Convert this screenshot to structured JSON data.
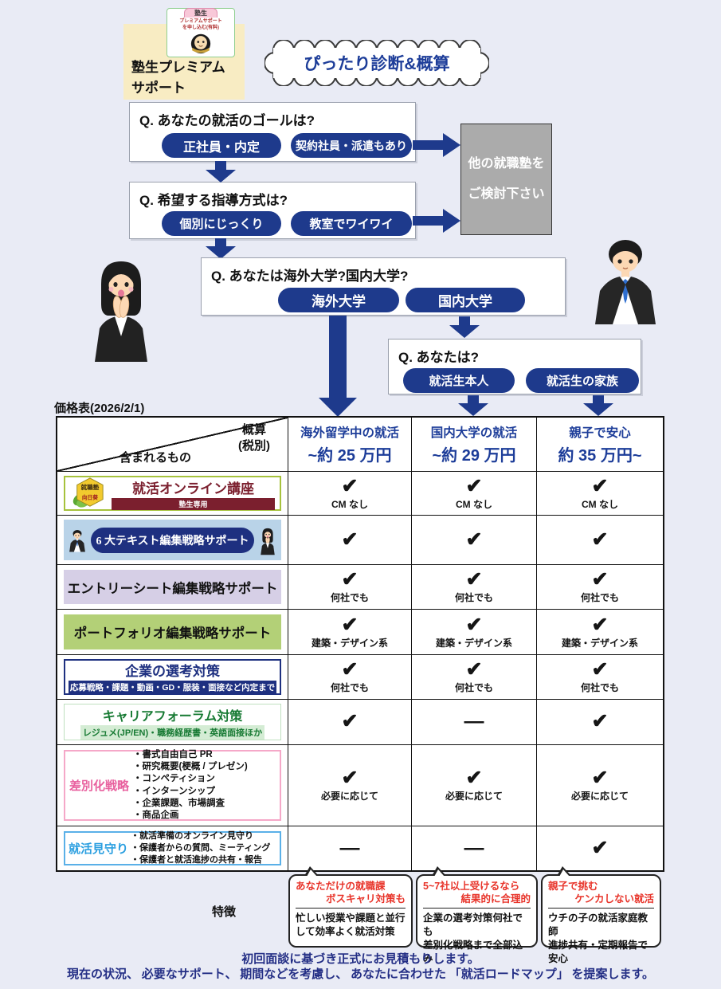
{
  "colors": {
    "navy": "#1e3a8c",
    "head-blue": "#1d3d99",
    "maroon": "#7b1f2e",
    "green-title": "#177a33",
    "pink": "#e8609e",
    "lb-label": "#2b9fe0",
    "red": "#e8342a",
    "bg": "#e9ebf5"
  },
  "logo": {
    "title": "塾生プレミアム\nサポート",
    "card_tab": "塾生",
    "card_caption": "プレミアムサポート\nを申し込む(有料)"
  },
  "bubble": {
    "title": "ぴったり診断&概算"
  },
  "flow": {
    "q1": {
      "question": "Q. あなたの就活のゴールは?",
      "options": [
        "正社員・内定",
        "契約社員・派遣もあり"
      ]
    },
    "q2": {
      "question": "Q. 希望する指導方式は?",
      "options": [
        "個別にじっくり",
        "教室でワイワイ"
      ]
    },
    "q3": {
      "question": "Q. あなたは海外大学?国内大学?",
      "options": [
        "海外大学",
        "国内大学"
      ]
    },
    "q4": {
      "question": "Q. あなたは?",
      "options": [
        "就活生本人",
        "就活生の家族"
      ]
    },
    "reject_box": "他の就職塾を\nご検討下さい"
  },
  "table": {
    "caption": "価格表(2026/2/1)",
    "header": {
      "estimate": "概算\n(税別)",
      "included": "含まれるもの"
    },
    "columns": [
      {
        "title": "海外留学中の就活",
        "price": "~約 25 万円"
      },
      {
        "title": "国内大学の就活",
        "price": "~約 29 万円"
      },
      {
        "title": "親子で安心",
        "price": "約 35 万円~"
      }
    ],
    "rows": [
      {
        "logo_badge": "就職塾",
        "logo_name": "向日葵",
        "title": "就活オンライン講座",
        "banner": "塾生専用",
        "cells": [
          {
            "mark": "✔",
            "note": "CM なし"
          },
          {
            "mark": "✔",
            "note": "CM なし"
          },
          {
            "mark": "✔",
            "note": "CM なし"
          }
        ]
      },
      {
        "title": "6 大テキスト編集戦略サポート",
        "cells": [
          {
            "mark": "✔",
            "note": ""
          },
          {
            "mark": "✔",
            "note": ""
          },
          {
            "mark": "✔",
            "note": ""
          }
        ]
      },
      {
        "title": "エントリーシート編集戦略サポート",
        "cells": [
          {
            "mark": "✔",
            "note": "何社でも"
          },
          {
            "mark": "✔",
            "note": "何社でも"
          },
          {
            "mark": "✔",
            "note": "何社でも"
          }
        ]
      },
      {
        "title": "ポートフォリオ編集戦略サポート",
        "cells": [
          {
            "mark": "✔",
            "note": "建築・デザイン系"
          },
          {
            "mark": "✔",
            "note": "建築・デザイン系"
          },
          {
            "mark": "✔",
            "note": "建築・デザイン系"
          }
        ]
      },
      {
        "title": "企業の選考対策",
        "banner": "応募戦略・課題・動画・GD・服装・面接など内定まで",
        "cells": [
          {
            "mark": "✔",
            "note": "何社でも"
          },
          {
            "mark": "✔",
            "note": "何社でも"
          },
          {
            "mark": "✔",
            "note": "何社でも"
          }
        ]
      },
      {
        "title": "キャリアフォーラム対策",
        "banner": "レジュメ(JP/EN)・職務経歴書・英語面接ほか",
        "cells": [
          {
            "mark": "✔",
            "note": ""
          },
          {
            "mark": "—",
            "note": ""
          },
          {
            "mark": "✔",
            "note": ""
          }
        ]
      },
      {
        "label": "差別化戦略",
        "bullets": [
          "・書式自由自己 PR",
          "・研究概要(梗概 / プレゼン)",
          "・コンペティション",
          "・インターンシップ",
          "・企業課題、市場調査",
          "・商品企画"
        ],
        "cells": [
          {
            "mark": "✔",
            "note": "必要に応じて"
          },
          {
            "mark": "✔",
            "note": "必要に応じて"
          },
          {
            "mark": "✔",
            "note": "必要に応じて"
          }
        ]
      },
      {
        "label": "就活見守り",
        "bullets": [
          "・就活準備のオンライン見守り",
          "・保護者からの質問、ミーティング",
          "・保護者と就活進捗の共有・報告"
        ],
        "cells": [
          {
            "mark": "—",
            "note": ""
          },
          {
            "mark": "—",
            "note": ""
          },
          {
            "mark": "✔",
            "note": ""
          }
        ]
      }
    ]
  },
  "features": {
    "label": "特徴",
    "bubbles": [
      {
        "title_line1": "あなただけの就職課",
        "title_line2": "ボスキャリ対策も",
        "body": "忙しい授業や課題と並行\nして効率よく就活対策"
      },
      {
        "title_line1": "5~7社以上受けるなら",
        "title_line2": "結果的に合理的",
        "body": "企業の選考対策何社でも\n差別化戦略まで全部込み"
      },
      {
        "title_line1": "親子で挑む",
        "title_line2": "ケンカしない就活",
        "body": "ウチの子の就活家庭教師\n進捗共有・定期報告で安心"
      }
    ]
  },
  "footer": {
    "line1": "初回面談に基づき正式にお見積もりします。",
    "line2": "現在の状況、 必要なサポート、 期間などを考慮し、 あなたに合わせた 「就活ロードマップ」 を提案します。"
  }
}
